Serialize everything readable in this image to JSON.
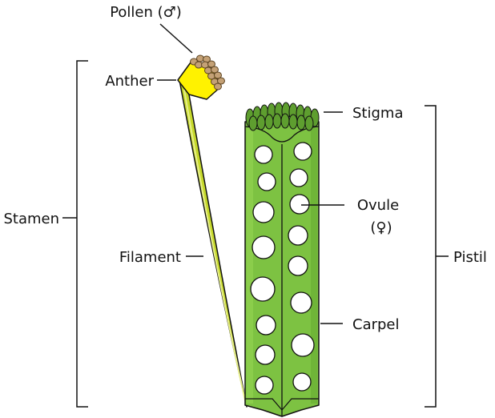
{
  "labels": {
    "pollen": "Pollen (♂)",
    "anther": "Anther",
    "stamen": "Stamen",
    "filament": "Filament",
    "stigma": "Stigma",
    "ovule_line1": "Ovule",
    "ovule_line2": "(♀)",
    "carpel": "Carpel",
    "pistil": "Pistil"
  },
  "colors": {
    "carpel_fill": "#7dc242",
    "stigma_fill": "#5e9e2f",
    "filament_fill": "#c6d92b",
    "anther_fill": "#fff200",
    "pollen_fill": "#c4a176",
    "ovule_fill": "#ffffff",
    "outline": "#111111"
  }
}
